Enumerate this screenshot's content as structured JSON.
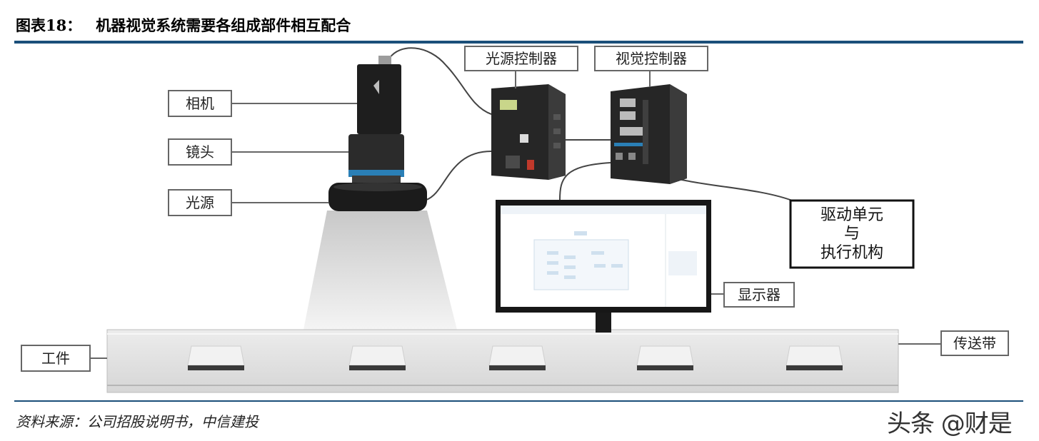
{
  "header": {
    "figure_label": "图表18：",
    "title": "机器视觉系统需要各组成部件相互配合"
  },
  "labels": {
    "camera": "相机",
    "lens": "镜头",
    "light_source": "光源",
    "light_controller": "光源控制器",
    "vision_controller": "视觉控制器",
    "drive_line1": "驱动单元",
    "drive_line2": "与",
    "drive_line3": "执行机构",
    "monitor": "显示器",
    "workpiece": "工件",
    "conveyor": "传送带"
  },
  "footer": {
    "source": "资料来源：公司招股说明书，中信建投",
    "watermark": "头条 @财是"
  },
  "colors": {
    "rule": "#1b4f7a",
    "device_dark": "#1e1e1e",
    "conveyor": "#e3e3e3",
    "label_border": "#666666"
  }
}
